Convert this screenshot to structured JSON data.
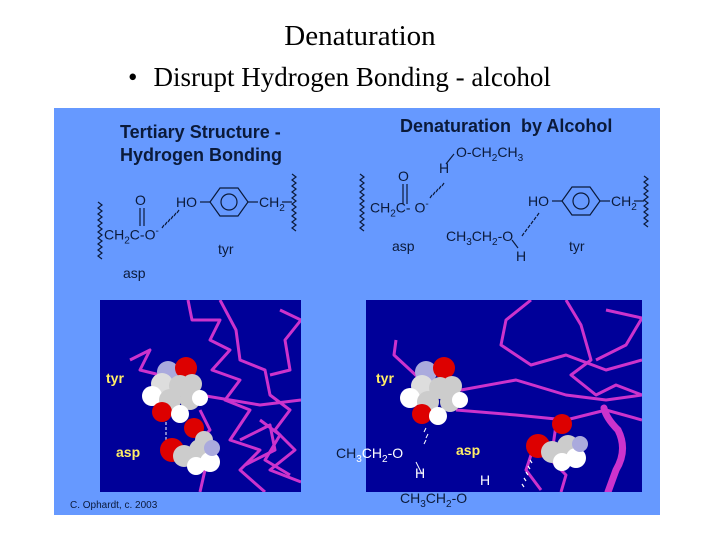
{
  "slide": {
    "title": "Denaturation",
    "bullet": "Disrupt Hydrogen Bonding - alcohol",
    "bullet_marker": "•"
  },
  "colors": {
    "panel_bg": "#6699ff",
    "image_bg": "#000099",
    "backbone": "#cc33cc",
    "oxygen": "#dd0000",
    "nitrogen": "#9999dd",
    "carbon": "#cccccc",
    "label_yellow": "#ffee66"
  },
  "left_diagram": {
    "heading_line1": "Tertiary Structure -",
    "heading_line2": "Hydrogen Bonding",
    "asp_carbonyl_o": "O",
    "asp_chain": "CH",
    "asp_chain_sub": "2",
    "asp_chain_rest": "C-O",
    "asp_charge": "-",
    "tyr_ho": "HO",
    "tyr_ch2": "CH",
    "tyr_ch2_sub": "2",
    "label_asp": "asp",
    "label_tyr": "tyr"
  },
  "right_diagram": {
    "heading": "Denaturation  by Alcohol",
    "ethanol_top": "O-CH",
    "ethanol_top_sub1": "2",
    "ethanol_top_mid": "CH",
    "ethanol_top_sub2": "3",
    "ethanol_top_h": "H",
    "asp_carbonyl_o": "O",
    "asp_chain": "CH",
    "asp_chain_sub": "2",
    "asp_chain_rest": "C- O",
    "asp_charge": "-",
    "tyr_ho": "HO",
    "tyr_ch2": "CH",
    "tyr_ch2_sub": "2",
    "ethanol_bottom": "CH",
    "ethanol_bottom_sub1": "3",
    "ethanol_bottom_mid": "CH",
    "ethanol_bottom_sub2": "2",
    "ethanol_bottom_o": "-O",
    "ethanol_bottom_h": "H",
    "label_asp": "asp",
    "label_tyr": "tyr"
  },
  "left_image": {
    "label_tyr": "tyr",
    "label_asp": "asp"
  },
  "right_image": {
    "label_tyr": "tyr",
    "label_asp": "asp",
    "ethanol1": "CH",
    "ethanol1_sub1": "3",
    "ethanol1_mid": "CH",
    "ethanol1_sub2": "2",
    "ethanol1_o": "-O",
    "ethanol1_h": "H",
    "ethanol2": "CH",
    "ethanol2_sub1": "3",
    "ethanol2_mid": "CH",
    "ethanol2_sub2": "2",
    "ethanol2_o": "-O",
    "ethanol2_h": "H"
  },
  "credit": "C. Ophardt, c. 2003"
}
